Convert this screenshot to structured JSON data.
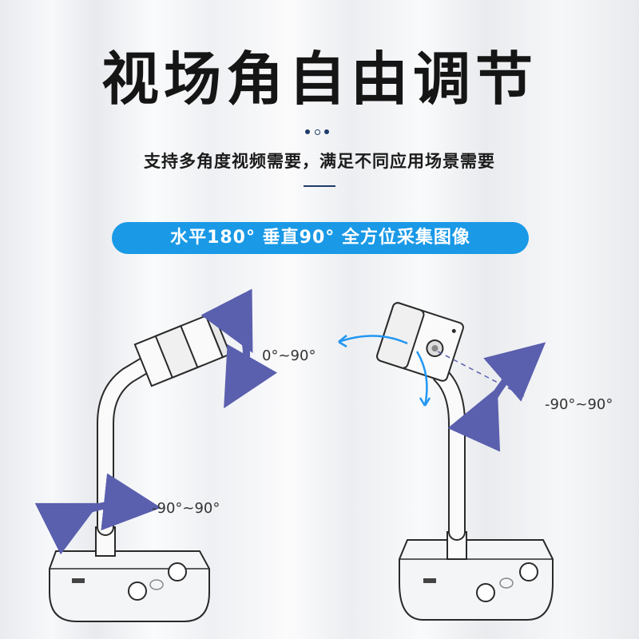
{
  "title": "视场角自由调节",
  "subtitle": "支持多角度视频需要，满足不同应用场景需要",
  "banner": "水平180° 垂直90° 全方位采集图像",
  "left_device": {
    "vertical_range": "0°~90°",
    "horizontal_range": "-90°~90°"
  },
  "right_device": {
    "rotation_range": "-90°~90°"
  },
  "colors": {
    "banner": "#1a99e6",
    "arrow_purple": "#5a5fae",
    "arrow_blue": "#2196f3",
    "divider": "#1e3c6b"
  }
}
